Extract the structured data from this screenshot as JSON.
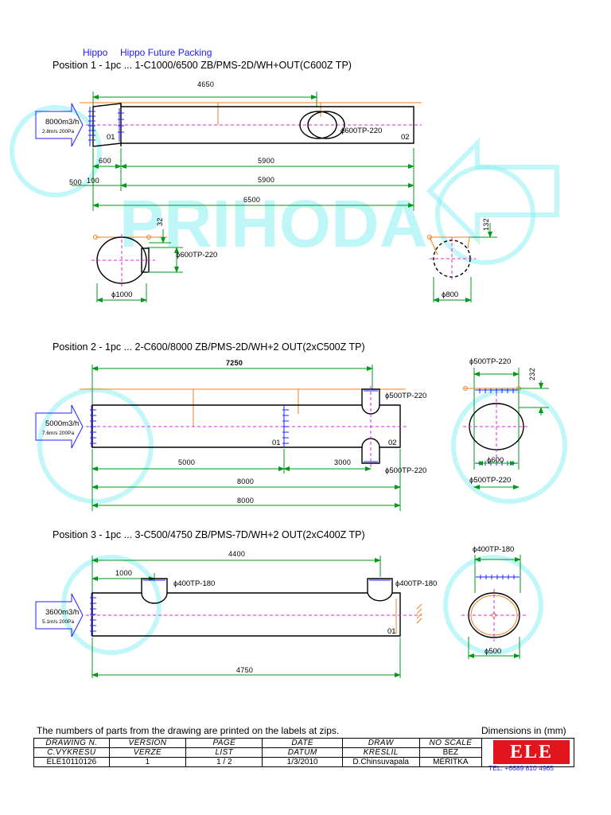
{
  "header": {
    "client": "Hippo",
    "project": "Hippo Future Packing"
  },
  "watermark": "PRIHODA",
  "positions": [
    {
      "title": "Position 1 - 1pc ... 1-C1000/6500 ZB/PMS-2D/WH+OUT(C600Z TP)",
      "airflow": "8000m3/h",
      "airflow_sub": "2.8m/s 200Pa",
      "part_start": "01",
      "part_end": "02",
      "outlet_label": "ϕ600TP-220",
      "dims": {
        "d4650": "4650",
        "d600": "600",
        "d5900a": "5900",
        "d500": "500",
        "d100": "100",
        "d5900b": "5900",
        "d6500": "6500",
        "d32": "32",
        "d132": "132",
        "sec_outlet": "ϕ600TP-220",
        "sec_d1000": "ϕ1000",
        "sec_d800": "ϕ800"
      }
    },
    {
      "title": "Position 2 - 1pc ... 2-C600/8000 ZB/PMS-2D/WH+2 OUT(2xC500Z TP)",
      "airflow": "5000m3/h",
      "airflow_sub": "7.6m/s 200Pa",
      "part_mid": "01",
      "part_end": "02",
      "outlet_top": "ϕ500TP-220",
      "outlet_bottom": "ϕ500TP-220",
      "dims": {
        "d7250": "7250",
        "d5000": "5000",
        "d3000": "3000",
        "d8000a": "8000",
        "d8000b": "8000",
        "sec_top": "ϕ500TP-220",
        "sec_d232": "232",
        "sec_d600": "ϕ600",
        "sec_bottom": "ϕ500TP-220"
      }
    },
    {
      "title": "Position 3 - 1pc ... 3-C500/4750 ZB/PMS-7D/WH+2 OUT(2xC400Z TP)",
      "airflow": "3600m3/h",
      "airflow_sub": "5.1m/s 200Pa",
      "part_end": "01",
      "outlet_1": "ϕ400TP-180",
      "outlet_2": "ϕ400TP-180",
      "dims": {
        "d4400": "4400",
        "d1000": "1000",
        "d4750": "4750",
        "sec_top": "ϕ400TP-180",
        "sec_d500": "ϕ500"
      }
    }
  ],
  "footer": {
    "note": "The numbers of parts from the drawing are printed on the labels at zips.",
    "units": "Dimensions in (mm)",
    "headers_en": [
      "DRAWING N.",
      "VERSION",
      "PAGE",
      "DATE",
      "DRAW",
      "NO SCALE"
    ],
    "headers_cz": [
      "Č.VÝKRESU",
      "VERZE",
      "LIST",
      "DATUM",
      "KRESLIL",
      "BEZ"
    ],
    "values": [
      "ELE10110126",
      "1",
      "1 / 2",
      "1/3/2010",
      "D.Chinsuvapala",
      "MĚŘÍTKA"
    ],
    "logo": "ELE",
    "tel": "TEL: +6689 810 4965"
  }
}
